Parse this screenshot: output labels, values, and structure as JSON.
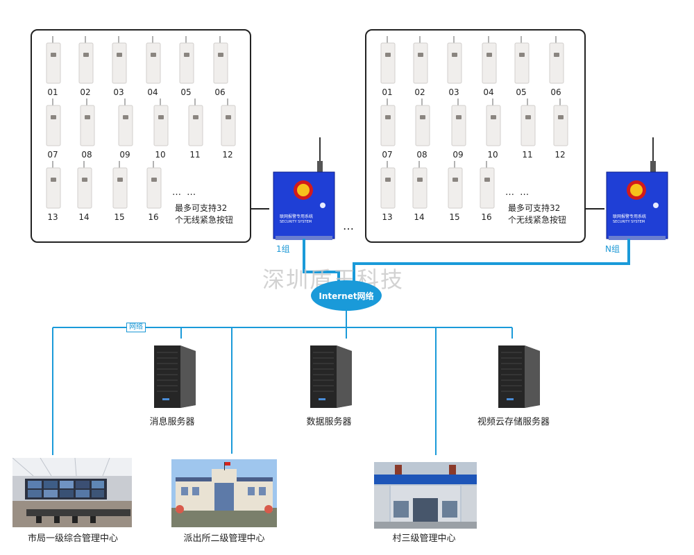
{
  "group_a": {
    "buttons": [
      "01",
      "02",
      "03",
      "04",
      "05",
      "06",
      "07",
      "08",
      "09",
      "10",
      "11",
      "12",
      "13",
      "14",
      "15",
      "16"
    ],
    "more": "… …",
    "caption_line1": "最多可支持32",
    "caption_line2": "个无线紧急按钮",
    "host_line1": "联网报警专用系统",
    "host_line2": "SECURITY SYSTEM",
    "label": "1组"
  },
  "group_b": {
    "buttons": [
      "01",
      "02",
      "03",
      "04",
      "05",
      "06",
      "07",
      "08",
      "09",
      "10",
      "11",
      "12",
      "13",
      "14",
      "15",
      "16"
    ],
    "more": "… …",
    "caption_line1": "最多可支持32",
    "caption_line2": "个无线紧急按钮",
    "host_line1": "联网报警专用系统",
    "host_line2": "SECURITY SYSTEM",
    "label": "N组"
  },
  "gap_dots": "…",
  "watermark": "深圳盾王科技",
  "cloud_label": "Internet网络",
  "net_tag": "网络",
  "servers": [
    {
      "label": "消息服务器"
    },
    {
      "label": "数据服务器"
    },
    {
      "label": "视频云存储服务器"
    }
  ],
  "centers": [
    {
      "label": "市局一级综合管理中心"
    },
    {
      "label": "派出所二级管理中心"
    },
    {
      "label": "村三级管理中心"
    }
  ],
  "colors": {
    "line_blue": "#1a9ad9",
    "host_blue": "#1f3fd6"
  }
}
